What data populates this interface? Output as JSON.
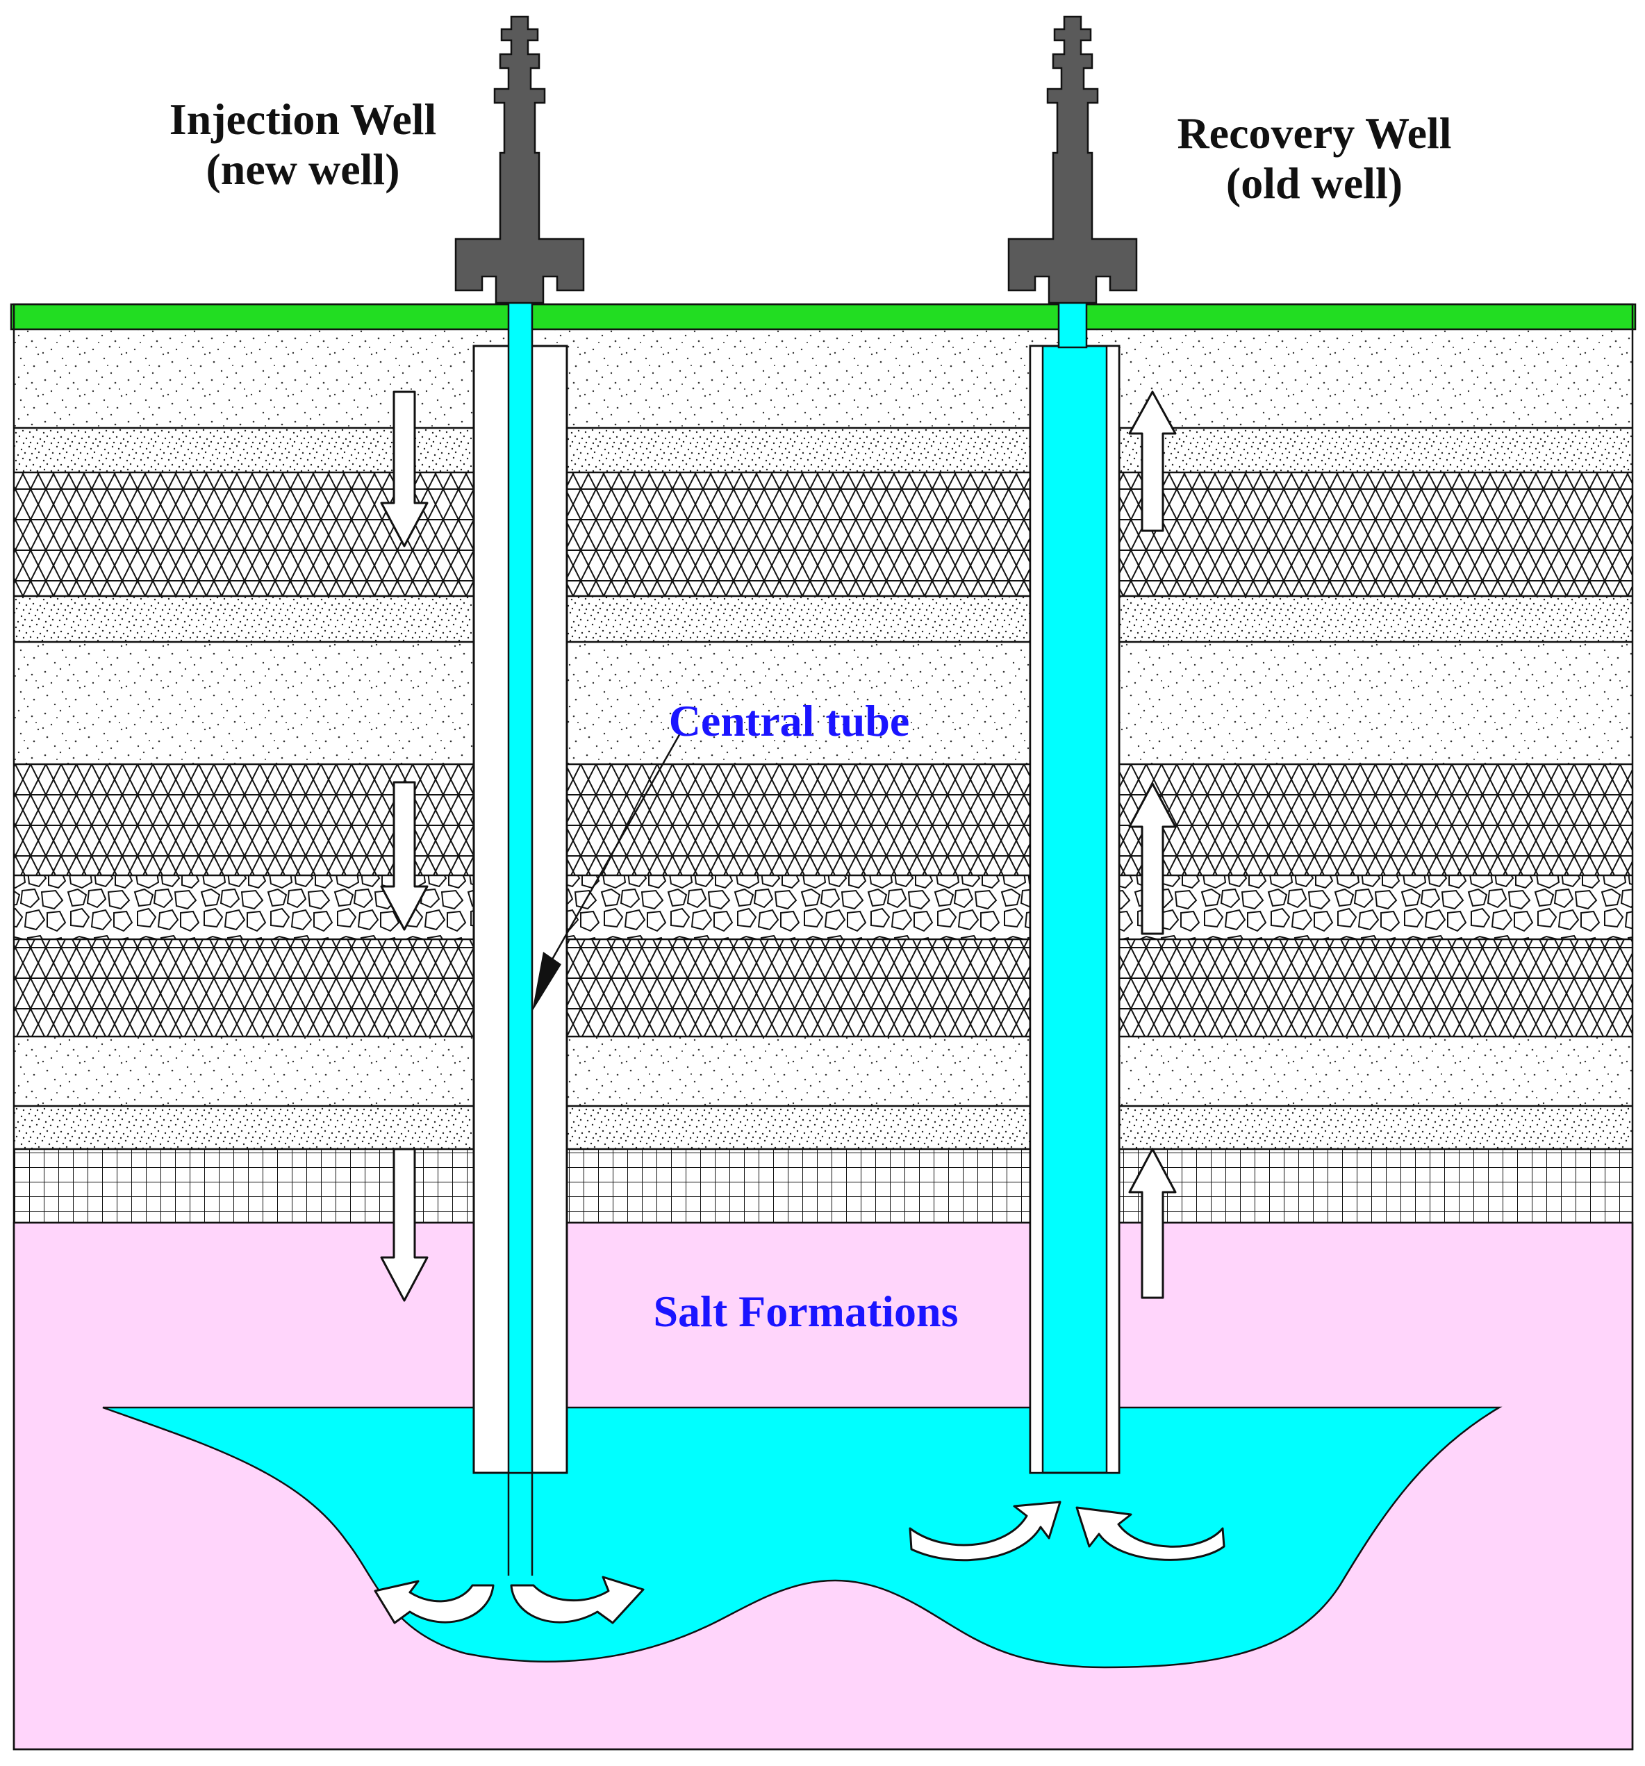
{
  "labels": {
    "injection_well": "Injection Well",
    "injection_well_sub": "(new well)",
    "recovery_well": "Recovery Well",
    "recovery_well_sub": "(old well)",
    "central_tube": "Central tube",
    "salt_formations": "Salt Formations"
  },
  "colors": {
    "ground_surface": "#22dd22",
    "brine": "#00ffff",
    "salt": "#ffd5fb",
    "derrick": "#5a5a5a",
    "label_blue": "#1a14ff",
    "label_black": "#111111"
  },
  "strata": [
    "sand",
    "dense-sand",
    "triangle-lattice",
    "dense-sand",
    "sand",
    "triangle-lattice",
    "gravel",
    "triangle-lattice",
    "sand",
    "dense-sand",
    "grid"
  ],
  "icons": {
    "down_arrow": "down-arrow-icon",
    "up_arrow": "up-arrow-icon",
    "swirl": "curved-arrow-icon",
    "derrick": "derrick-icon"
  }
}
